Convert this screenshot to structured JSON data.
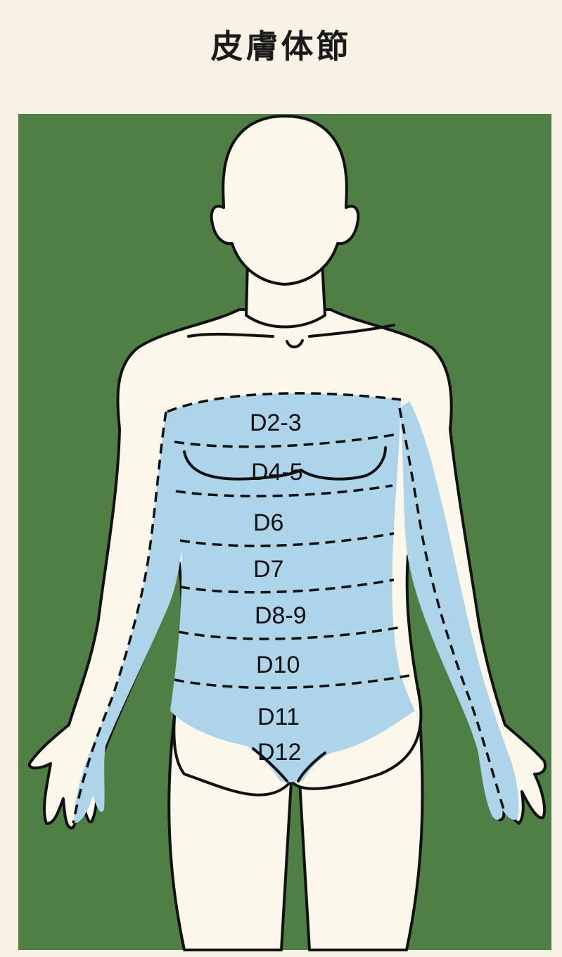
{
  "title": "皮膚体節",
  "colors": {
    "paper": "#f7f2e4",
    "background": "#4f7f45",
    "skin": "#fbf7ea",
    "dermatome_fill": "#aed4ea",
    "outline": "#111111"
  },
  "dermatomes": [
    {
      "label": "D2-3"
    },
    {
      "label": "D4-5"
    },
    {
      "label": "D6"
    },
    {
      "label": "D7"
    },
    {
      "label": "D8-9"
    },
    {
      "label": "D10"
    },
    {
      "label": "D11"
    },
    {
      "label": "D12"
    }
  ]
}
